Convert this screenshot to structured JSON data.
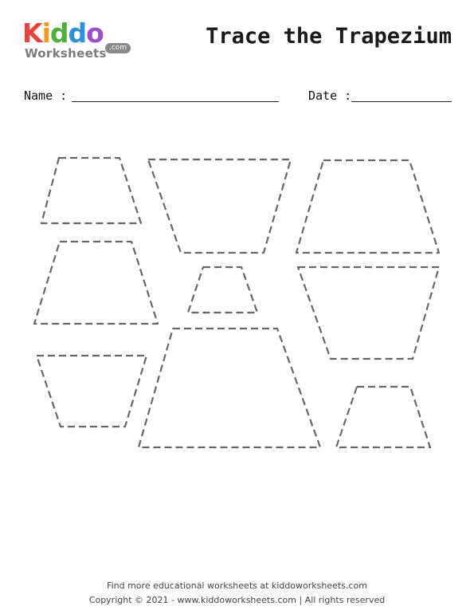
{
  "logo": {
    "letters": [
      {
        "ch": "K",
        "color": "#e8423c"
      },
      {
        "ch": "i",
        "color": "#f39a1e"
      },
      {
        "ch": "d",
        "color": "#4caf3c"
      },
      {
        "ch": "d",
        "color": "#2f8fd8"
      },
      {
        "ch": "o",
        "color": "#9b4dca"
      }
    ],
    "worksheets": "Worksheets",
    "com": ".com"
  },
  "title": "Trace the Trapezium",
  "form": {
    "name_label": "Name :",
    "date_label": "Date :"
  },
  "footer": {
    "line1": "Find more educational worksheets at kiddoworksheets.com",
    "line2": "Copyright © 2021 - www.kiddoworksheets.com  |  All rights reserved"
  },
  "colors": {
    "dash": "#666666"
  }
}
